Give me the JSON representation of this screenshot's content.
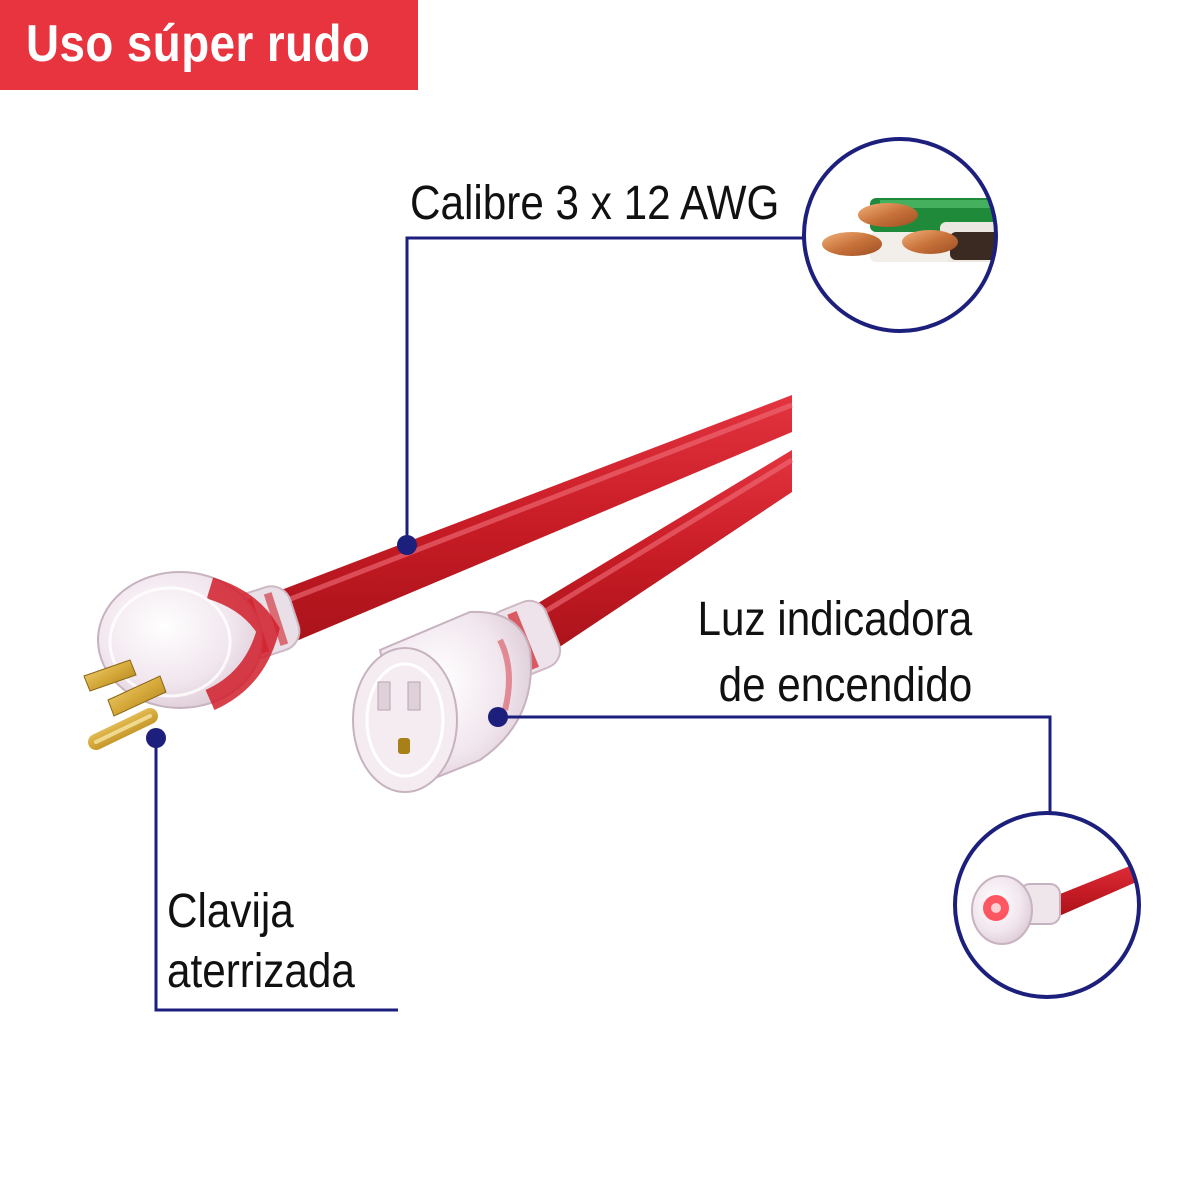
{
  "badge": {
    "text": "Uso súper rudo",
    "color": "#e8343f"
  },
  "callouts": {
    "gauge": {
      "text": "Calibre 3 x 12 AWG"
    },
    "indicator": {
      "line1": "Luz indicadora",
      "line2": "de encendido"
    },
    "plug": {
      "line1": "Clavija",
      "line2": "aterrizada"
    }
  },
  "colors": {
    "leader": "#1c1f7c",
    "cord": "#d11f2a",
    "badge": "#e8343f",
    "text": "#111111"
  }
}
